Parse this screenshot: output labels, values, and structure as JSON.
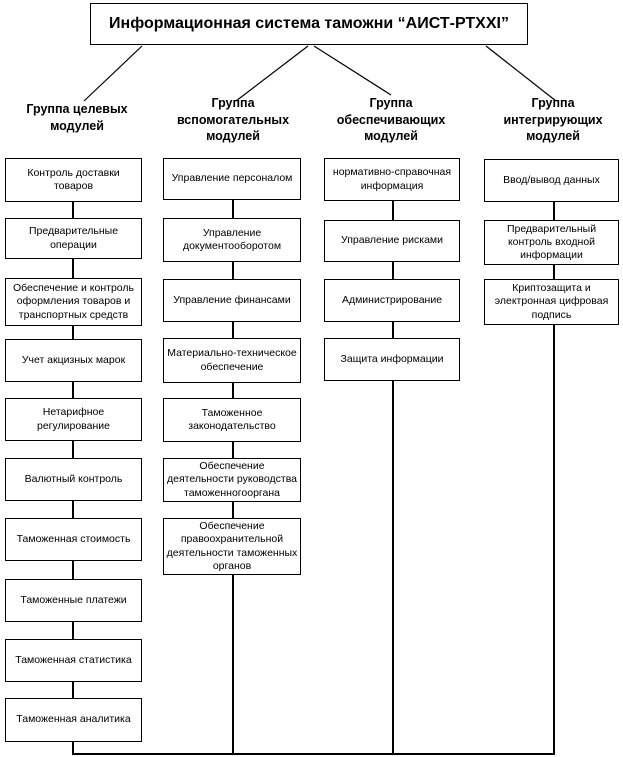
{
  "title": "Информационная система таможни “АИСТ-РТXXI”",
  "columns": [
    {
      "header": "Группа целевых модулей",
      "nodes": [
        "Контроль доставки товаров",
        "Предварительные операции",
        "Обеспечение и контроль оформления товаров и транспортных средств",
        "Учет акцизных марок",
        "Нетарифное регулирование",
        "Валютный контроль",
        "Таможенная стоимость",
        "Таможенные платежи",
        "Таможенная статистика",
        "Таможенная аналитика"
      ]
    },
    {
      "header": "Группа вспомогательных модулей",
      "nodes": [
        "Управление персоналом",
        "Управление документооборотом",
        "Управление финансами",
        "Материально-техническое обеспечение",
        "Таможенное законодательство",
        "Обеспечение деятельности руководства таможенногооргана",
        "Обеспечение правоохранительной деятельности таможенных органов"
      ]
    },
    {
      "header": "Группа обеспечивающих модулей",
      "nodes": [
        "нормативно-справочная информация",
        "Управление рисками",
        "Администрирование",
        "Защита информации"
      ]
    },
    {
      "header": "Группа интегрирующих модулей",
      "nodes": [
        "Ввод/вывод данных",
        "Предварительный контроль входной информации",
        "Криптозащита и электронная цифровая подпись"
      ]
    }
  ],
  "colors": {
    "line": "#000000",
    "background": "#ffffff",
    "text": "#000000"
  }
}
